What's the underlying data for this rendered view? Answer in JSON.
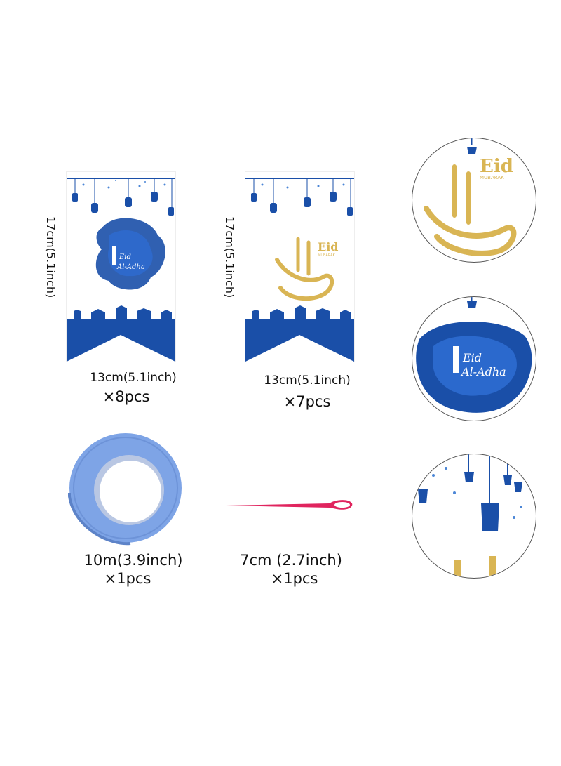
{
  "items": [
    {
      "height_label": "17cm(5.1inch)",
      "width_label": "13cm(5.1inch)",
      "qty_label": "×8pcs",
      "badge_line1": "Eid",
      "badge_line2": "Al-Adha"
    },
    {
      "height_label": "17cm(5.1inch)",
      "width_label": "13cm(5.1inch)",
      "qty_label": "×7pcs",
      "badge_line1": "Eid",
      "badge_line2": "MUBARAK"
    },
    {
      "size_label": "10m(3.9inch)",
      "qty_label": "×1pcs"
    },
    {
      "size_label": "7cm (2.7inch)",
      "qty_label": "×1pcs"
    }
  ],
  "circles": [
    {
      "line1": "Eid",
      "line2": "MUBARAK"
    },
    {
      "line1": "Eid",
      "line2": "Al-Adha"
    },
    {
      "line1": "",
      "line2": ""
    }
  ],
  "colors": {
    "blue": "#1a4fa8",
    "blue_light": "#4b86d6",
    "gold": "#d9b554",
    "ribbon": "#7ea4e6",
    "needle": "#e0245e"
  }
}
